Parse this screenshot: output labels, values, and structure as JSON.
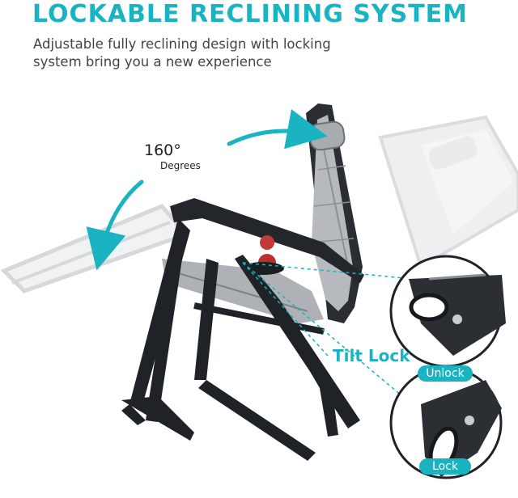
{
  "header": {
    "title": "LOCKABLE RECLINING SYSTEM",
    "subtitle": "Adjustable fully reclining design with locking system bring you a new experience"
  },
  "recline": {
    "angle_value": "160°",
    "angle_unit": "Degrees"
  },
  "lock": {
    "label": "Tilt Lock",
    "unlock_label": "Unlock",
    "lock_label": "Lock"
  },
  "colors": {
    "accent": "#19b3c2",
    "frame": "#1f2327",
    "fabric": "#9ea2a6"
  },
  "icons": {
    "recline_arrow_right": "curved-arrow-right-icon",
    "recline_arrow_down": "curved-arrow-down-icon"
  }
}
